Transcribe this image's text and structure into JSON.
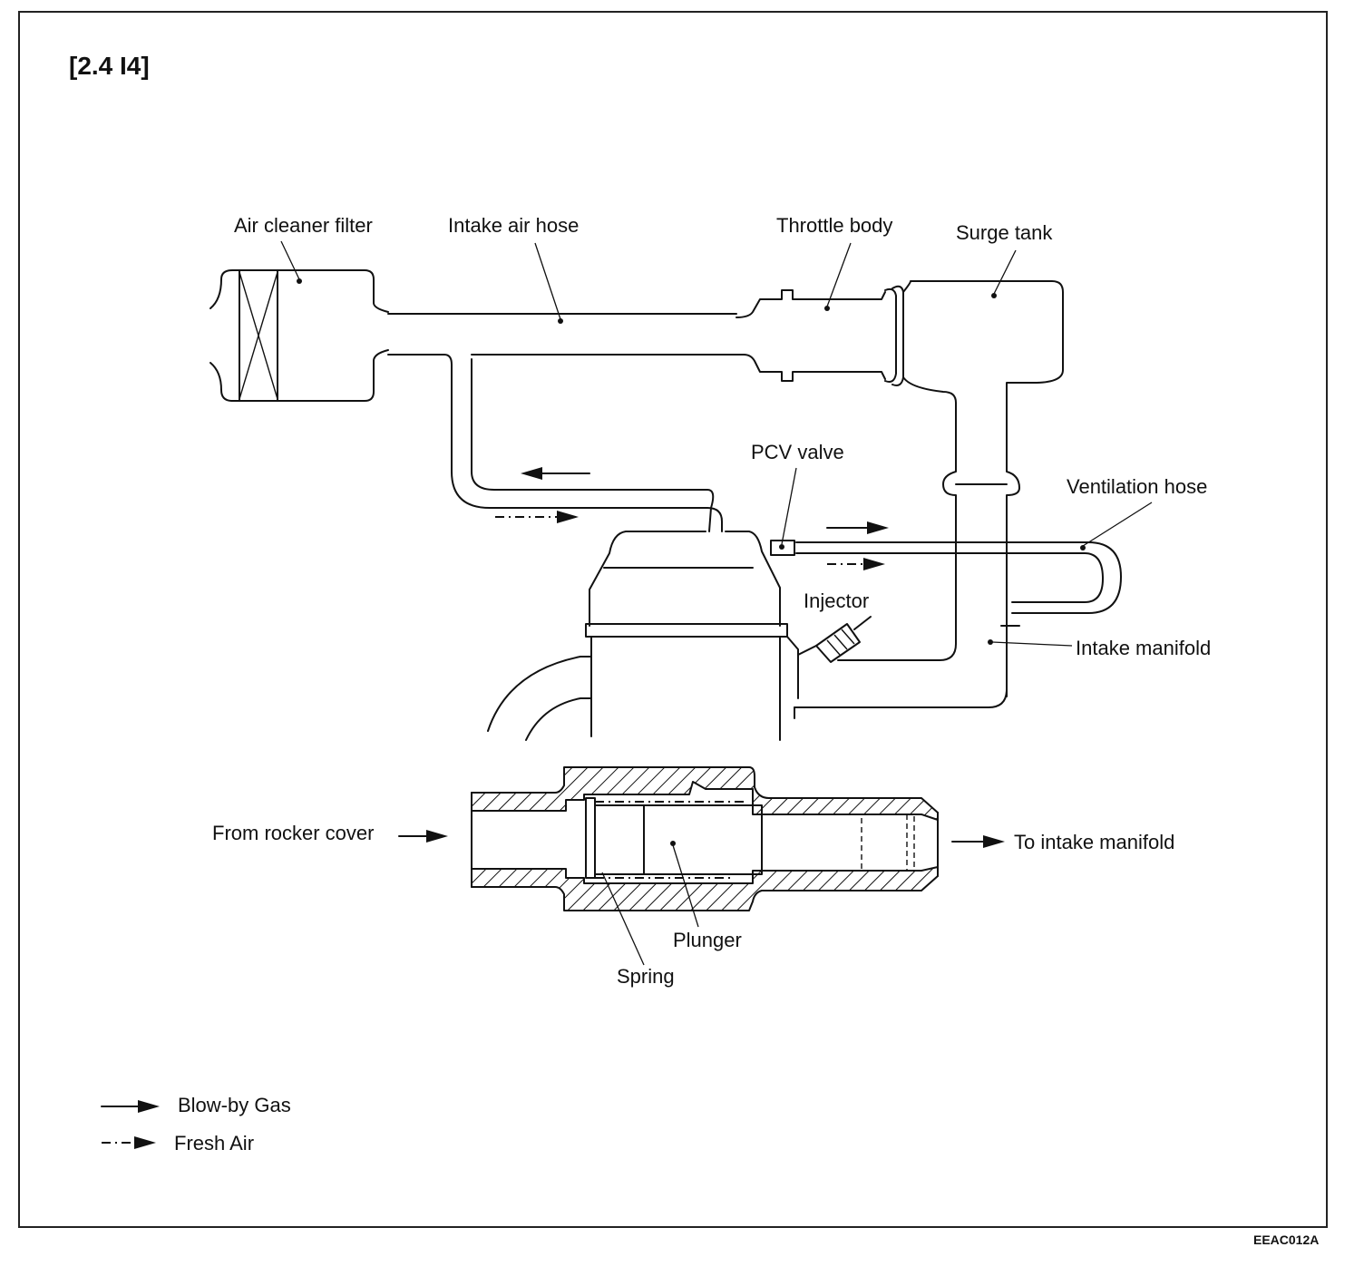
{
  "header": {
    "title": "[2.4 I4]"
  },
  "labels": {
    "air_cleaner_filter": "Air cleaner filter",
    "intake_air_hose": "Intake air hose",
    "throttle_body": "Throttle body",
    "surge_tank": "Surge tank",
    "pcv_valve": "PCV valve",
    "ventilation_hose": "Ventilation hose",
    "injector": "Injector",
    "intake_manifold": "Intake manifold",
    "from_rocker_cover": "From rocker cover",
    "to_intake_manifold": "To intake manifold",
    "plunger": "Plunger",
    "spring": "Spring"
  },
  "legend": {
    "blow_by_gas": "Blow-by Gas",
    "fresh_air": "Fresh Air"
  },
  "footer": {
    "figure_code": "EEAC012A"
  }
}
